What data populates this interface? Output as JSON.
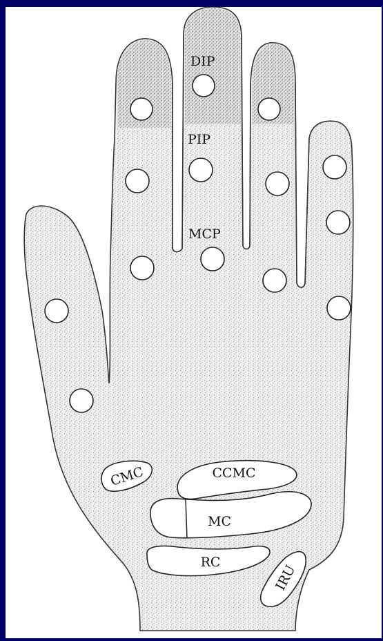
{
  "colors": {
    "slide_background": "#000066",
    "frame_background": "#ffffff",
    "hand_fill": "#eeeeee",
    "outline": "#222222",
    "stipple": "#9a9a9a"
  },
  "labels": {
    "dip": "DIP",
    "pip": "PIP",
    "mcp": "MCP",
    "cmc": "CMC",
    "ccmc": "CCMC",
    "mc": "MC",
    "rc": "RC",
    "iru": "IRU"
  }
}
